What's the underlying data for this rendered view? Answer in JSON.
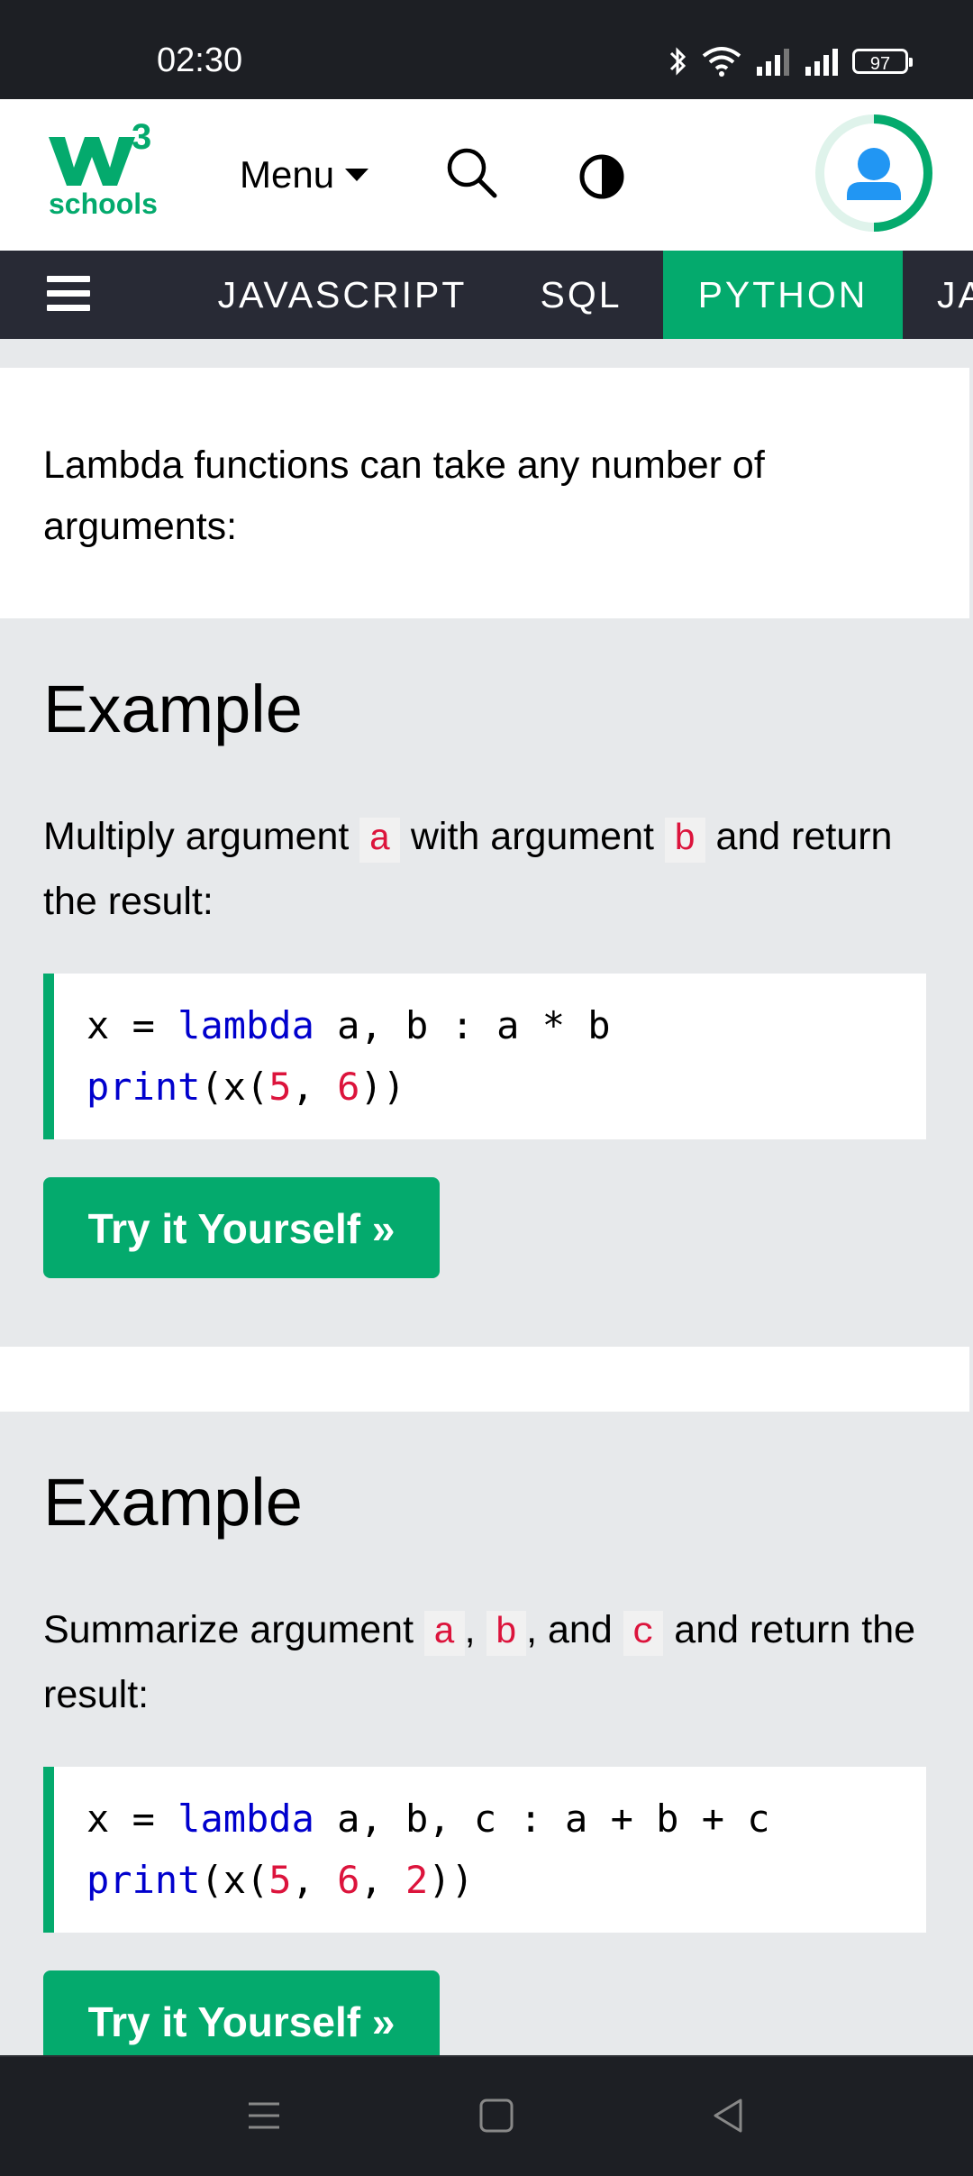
{
  "status": {
    "time": "02:30",
    "battery": "97"
  },
  "header": {
    "logo_text": "schools",
    "logo_sup": "3",
    "menu_label": "Menu"
  },
  "nav": {
    "items": [
      {
        "label": "JAVASCRIPT"
      },
      {
        "label": "SQL"
      },
      {
        "label": "PYTHON"
      },
      {
        "label": "JA"
      }
    ]
  },
  "intro": {
    "text": "Lambda functions can take any number of arguments:"
  },
  "examples": [
    {
      "heading": "Example",
      "desc_parts": [
        "Multiply argument ",
        "a",
        " with argument ",
        "b",
        " and return the result:"
      ],
      "code_line1": [
        "x = ",
        "lambda",
        " a, b : a * b"
      ],
      "code_line2": [
        "print",
        "(x(",
        "5",
        ", ",
        "6",
        "))"
      ],
      "button": "Try it Yourself »"
    },
    {
      "heading": "Example",
      "desc_parts": [
        "Summarize argument ",
        "a",
        ", ",
        "b",
        ", and ",
        "c",
        " and return the result:"
      ],
      "code_line1": [
        "x = ",
        "lambda",
        " a, b, c : a + b + c"
      ],
      "code_line2": [
        "print",
        "(x(",
        "5",
        ", ",
        "6",
        ", ",
        "2",
        "))"
      ],
      "button": "Try it Yourself »"
    }
  ],
  "colors": {
    "brand_green": "#04aa6d",
    "nav_dark": "#282a35",
    "keyword_blue": "#0000cd",
    "number_red": "#dc143c"
  }
}
